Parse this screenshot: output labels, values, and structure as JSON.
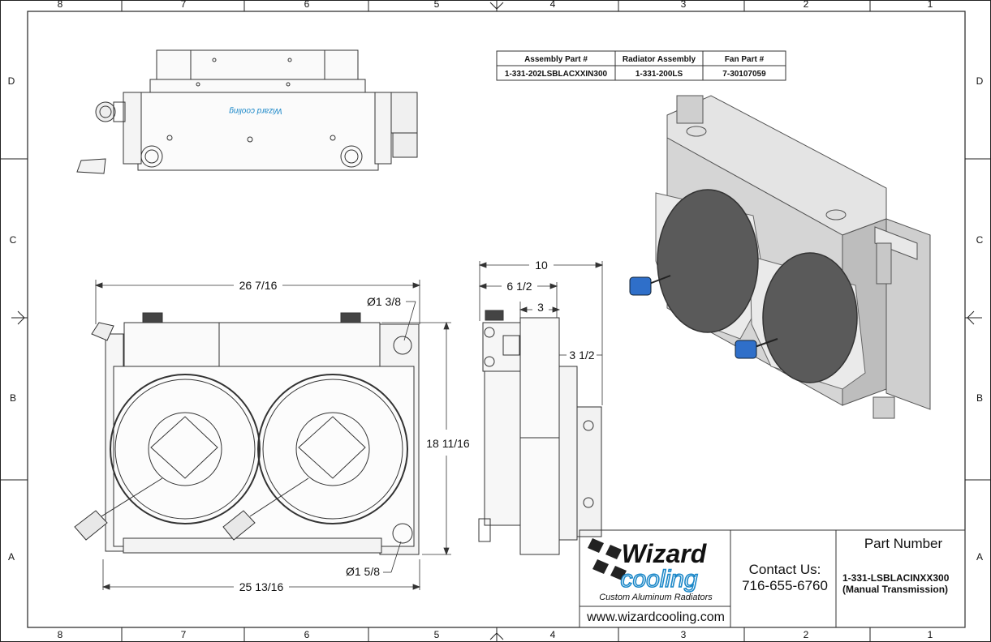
{
  "border": {
    "columns": [
      "8",
      "7",
      "6",
      "5",
      "4",
      "3",
      "2",
      "1"
    ],
    "rows": [
      "D",
      "C",
      "B",
      "A"
    ]
  },
  "part_table": {
    "headers": [
      "Assembly Part #",
      "Radiator Assembly",
      "Fan Part #"
    ],
    "values": [
      "1-331-202LSBLACXXIN300",
      "1-331-200LS",
      "7-30107059"
    ]
  },
  "dimensions": {
    "overall_width": "26 7/16",
    "core_width": "25 13/16",
    "height": "18 11/16",
    "top_hole": "Ø1 3/8",
    "bottom_hole": "Ø1 5/8",
    "depth_total": "10",
    "depth_fan": "6 1/2",
    "depth_core": "3",
    "depth_side": "3 1/2"
  },
  "top_view": {
    "logo_text": "Wizard cooling"
  },
  "title_block": {
    "logo_word": "Wizard",
    "logo_script": "cooling",
    "tagline": "Custom Aluminum Radiators",
    "website": "www.wizardcooling.com",
    "contact_label": "Contact Us:",
    "phone": "716-655-6760",
    "part_number_label": "Part Number",
    "part_number": "1-331-LSBLACINXX300",
    "part_description": "(Manual Transmission)"
  },
  "colors": {
    "connector_blue": "#2f6fc9",
    "fan_gray": "#5a5a5a",
    "shroud_gray": "#d8d8d8",
    "logo_blue": "#1a87c8"
  }
}
